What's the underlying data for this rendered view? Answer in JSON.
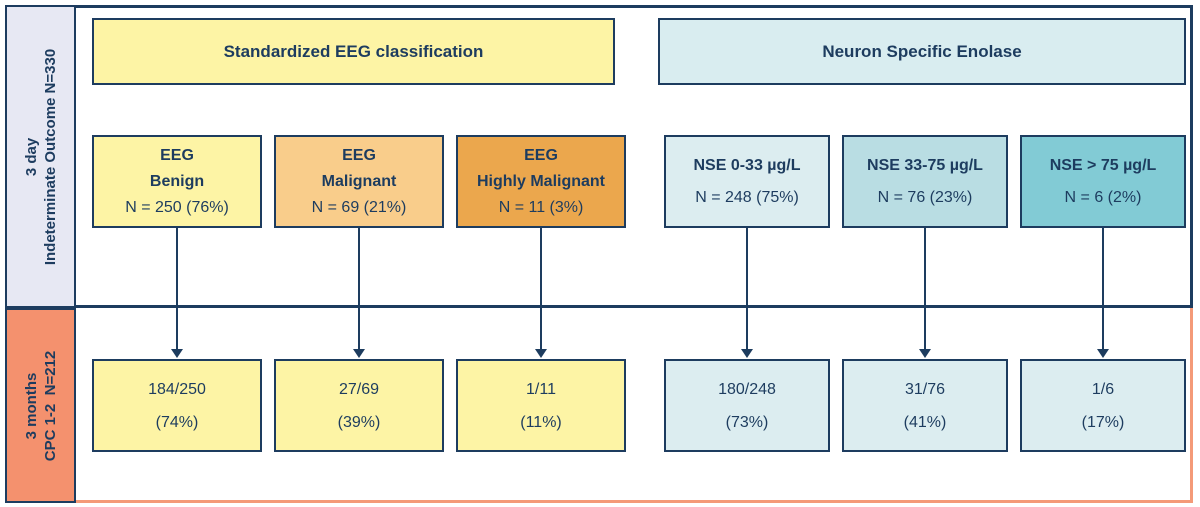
{
  "palette": {
    "navy": "#1d3c5f",
    "lavender": "#e7e8f3",
    "salmon": "#f4916e",
    "orange_frame": "#f49a78",
    "yellow": "#fdf4a5",
    "light_orange": "#f9cd8b",
    "orange": "#eba74d",
    "pale_blue": "#dcedf0",
    "mid_blue": "#b9dde3",
    "teal": "#82cbd5"
  },
  "sidebar": {
    "top": {
      "line1": "3 day",
      "line2": "Indeterminate Outcome N=330"
    },
    "bottom": {
      "line1": "3 months",
      "line2": "CPC 1-2  N=212"
    }
  },
  "groups": [
    {
      "header": "Standardized EEG classification",
      "columns": [
        {
          "title": [
            "EEG",
            "Benign"
          ],
          "n": "N = 250 (76%)",
          "outcome": [
            "184/250",
            "(74%)"
          ]
        },
        {
          "title": [
            "EEG",
            "Malignant"
          ],
          "n": "N = 69 (21%)",
          "outcome": [
            "27/69",
            "(39%)"
          ]
        },
        {
          "title": [
            "EEG",
            "Highly Malignant"
          ],
          "n": "N = 11 (3%)",
          "outcome": [
            "1/11",
            "(11%)"
          ]
        }
      ]
    },
    {
      "header": "Neuron Specific Enolase",
      "columns": [
        {
          "title": [
            "NSE 0-33 µg/L"
          ],
          "n": "N = 248 (75%)",
          "outcome": [
            "180/248",
            "(73%)"
          ]
        },
        {
          "title": [
            "NSE 33-75 µg/L"
          ],
          "n": "N = 76 (23%)",
          "outcome": [
            "31/76",
            "(41%)"
          ]
        },
        {
          "title": [
            "NSE > 75 µg/L"
          ],
          "n": "N = 6 (2%)",
          "outcome": [
            "1/6",
            "(17%)"
          ]
        }
      ]
    }
  ]
}
